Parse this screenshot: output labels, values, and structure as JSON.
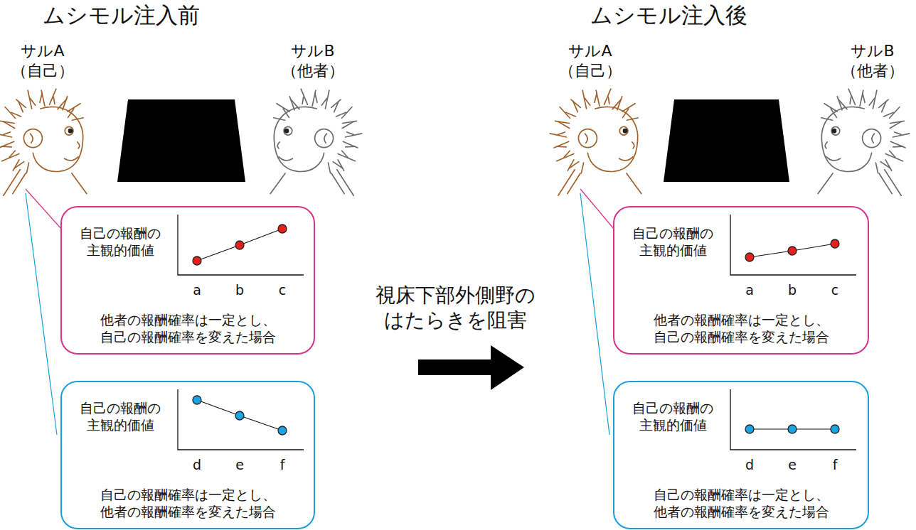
{
  "diagram": {
    "nodes": [
      {
        "text": [
          "自己の報酬の 主観的価値",
          "a",
          "b",
          "c",
          "他者の報酬確率は一定とし、 自己の報酬確率を変えた場合"
        ]
      },
      {
        "text": [
          "自己の報酬の 主観的価値",
          "d",
          "e",
          "f",
          "自己の報酬確率は一定とし、 他者の報酬確率を変えた場合"
        ]
      },
      {
        "text": [
          "自己の報酬の 主観的価値",
          "a",
          "b",
          "c",
          "他者の報酬確率は一定とし、 自己の報酬確率を変えた場合"
        ]
      },
      {
        "text": [
          "自己の報酬の 主観的価値",
          "d",
          "e",
          "f",
          "自己の報酬確率は一定とし、 他者の報酬確率を変えた場合"
        ]
      }
    ],
    "labels": [
      "ムシモル注入前",
      "サルA （自己）",
      "サルB （他者）",
      "視床下部外側野の はたらきを阻害",
      "ムシモル注入後",
      "サルA （自己）",
      "サルB （他者）"
    ]
  }
}
